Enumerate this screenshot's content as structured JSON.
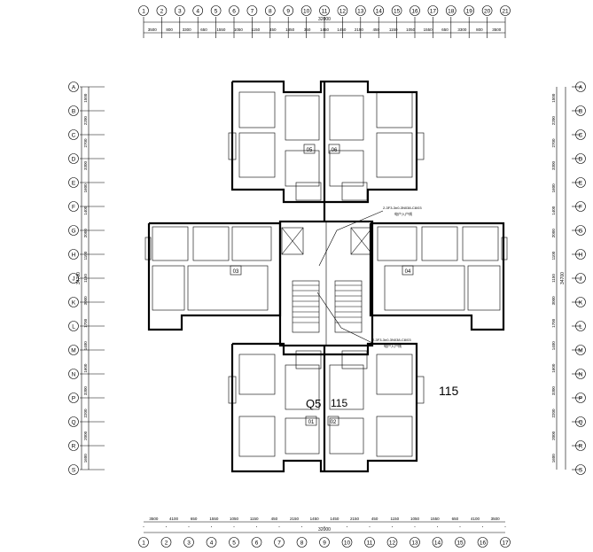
{
  "plan": {
    "top_axes": [
      "1",
      "2",
      "3",
      "4",
      "5",
      "6",
      "7",
      "8",
      "9",
      "10",
      "11",
      "12",
      "13",
      "14",
      "15",
      "16",
      "17",
      "18",
      "19",
      "20",
      "21"
    ],
    "top_dims": [
      "3500",
      "800",
      "3300",
      "650",
      "1550",
      "1050",
      "1150",
      "450",
      "1850",
      "350",
      "1450",
      "1450",
      "2150",
      "450",
      "1150",
      "1050",
      "1550",
      "650",
      "3300",
      "800",
      "3500"
    ],
    "top_total": "32000",
    "bottom_axes": [
      "1",
      "2",
      "3",
      "4",
      "5",
      "6",
      "7",
      "8",
      "9",
      "10",
      "11",
      "12",
      "13",
      "14",
      "15",
      "16",
      "17"
    ],
    "bottom_dims": [
      "3500",
      "4100",
      "650",
      "1550",
      "1050",
      "1150",
      "450",
      "2150",
      "1450",
      "1450",
      "2150",
      "450",
      "1150",
      "1050",
      "1550",
      "650",
      "4100",
      "3500"
    ],
    "bottom_total": "32000",
    "side_axes": [
      "A",
      "B",
      "C",
      "D",
      "E",
      "F",
      "G",
      "H",
      "J",
      "K",
      "L",
      "M",
      "N",
      "P",
      "Q",
      "R",
      "S"
    ],
    "side_dims": [
      "1500",
      "2200",
      "2700",
      "3300",
      "1600",
      "1400",
      "2000",
      "1100",
      "1150",
      "3000",
      "1700",
      "1400",
      "1600",
      "3300",
      "2200",
      "2000",
      "1600"
    ],
    "side_total": "34700",
    "units": [
      "01",
      "02",
      "03",
      "04",
      "05",
      "06"
    ],
    "annotations": {
      "label_q5": "Q5",
      "label_115a": "115",
      "label_115b": "115",
      "note_upper": "2-3F3-3n0-3N038-C8/03",
      "note_upper_sub": "电户入户线",
      "note_lower": "2-3F3-3n0-3N038-C8/03",
      "note_lower_sub": "电户入户线"
    }
  }
}
